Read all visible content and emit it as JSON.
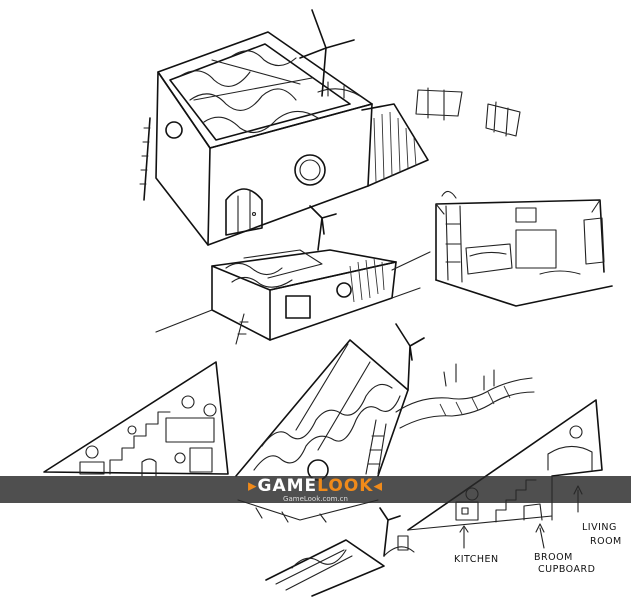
{
  "image": {
    "background": "#ffffff",
    "ink_color": "#111111",
    "annotations": {
      "kitchen": "KITCHEN",
      "broom_line1": "BROOM",
      "broom_line2": "CUPBOARD",
      "living_line1": "LIVING",
      "living_line2": "ROOM"
    }
  },
  "watermark": {
    "main_prefix": "GAME",
    "main_accent": "LOOK",
    "subtitle": "GameLook.com.cn",
    "banner_color": "#3a3a3a",
    "accent_color": "#f08a1a"
  }
}
